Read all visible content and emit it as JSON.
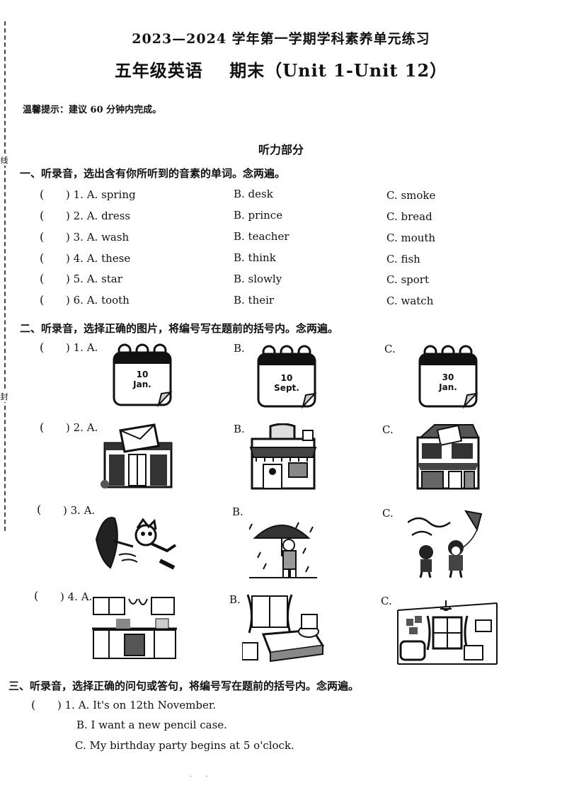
{
  "header": {
    "title_line1": "2023—2024 学年第一学期学科素养单元练习",
    "title_line2": "五年级英语    期末（Unit 1-Unit 12）",
    "tip": "温馨提示：建议 60 分钟内完成。",
    "part_title": "听力部分"
  },
  "margin": {
    "char1": "线",
    "char2": "封"
  },
  "section1": {
    "title": "一、听录音，选出含有你所听到的音素的单词。念两遍。",
    "items": [
      {
        "num": ") 1. A. spring",
        "b": "B. desk",
        "c": "C. smoke"
      },
      {
        "num": ") 2. A. dress",
        "b": "B. prince",
        "c": "C. bread"
      },
      {
        "num": ") 3. A. wash",
        "b": "B. teacher",
        "c": "C. mouth"
      },
      {
        "num": ") 4. A. these",
        "b": "B. think",
        "c": "C. fish"
      },
      {
        "num": ") 5. A. star",
        "b": "B. slowly",
        "c": "C. sport"
      },
      {
        "num": ") 6. A. tooth",
        "b": "B. their",
        "c": "C. watch"
      }
    ]
  },
  "section2": {
    "title": "二、听录音，选择正确的图片，将编号写在题前的括号内。念两遍。",
    "items": [
      {
        "num": ") 1. A.",
        "b": "B.",
        "c": "C.",
        "calendars": [
          {
            "day": "10",
            "month": "Jan."
          },
          {
            "day": "10",
            "month": "Sept."
          },
          {
            "day": "30",
            "month": "Jan."
          }
        ]
      },
      {
        "num": ") 2. A.",
        "b": "B.",
        "c": "C.",
        "icons": [
          "post-office-icon",
          "bakery-icon",
          "bookshop-icon"
        ]
      },
      {
        "num": ") 3. A.",
        "b": "B.",
        "c": "C.",
        "icons": [
          "windy-umbrella-icon",
          "rainy-umbrella-icon",
          "kite-flying-icon"
        ]
      },
      {
        "num": ") 4. A.",
        "b": "B.",
        "c": "C.",
        "icons": [
          "kitchen-icon",
          "bedroom-icon",
          "living-room-icon"
        ]
      }
    ]
  },
  "section3": {
    "title": "三、听录音，选择正确的问句或答句，将编号写在题前的括号内。念两遍。",
    "items": [
      {
        "num": ") 1. A. It's on 12th November.",
        "b": "B. I want a new pencil case.",
        "c": "C. My birthday party begins at 5 o'clock."
      }
    ]
  },
  "paren_open": "(",
  "footer_dots": "·      ·",
  "colors": {
    "ink": "#111111",
    "page": "#ffffff"
  }
}
